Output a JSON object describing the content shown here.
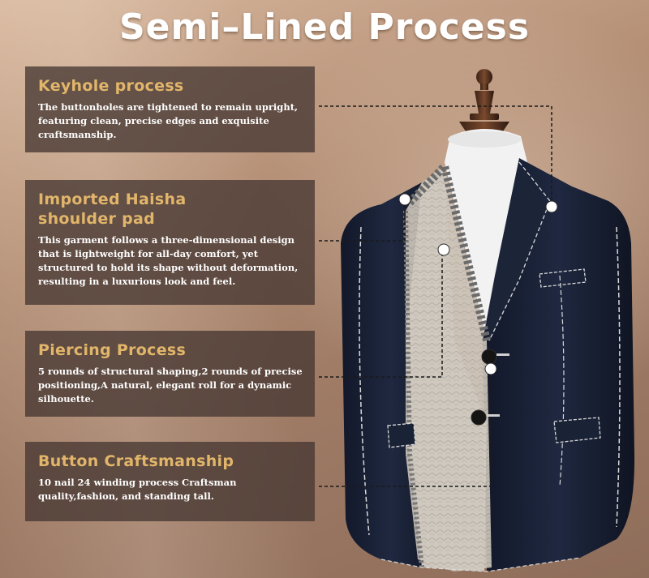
{
  "title": "Semi–Lined Process",
  "sections": [
    {
      "heading": "Keyhole process",
      "body": "The buttonholes are tightened to remain upright, featuring clean, precise edges and exquisite craftsmanship."
    },
    {
      "heading": "Imported Haisha shoulder pad",
      "body": "This garment follows a three-dimensional design that is lightweight for all-day comfort, yet structured to hold its shape without deformation, resulting in a luxurious look and feel."
    },
    {
      "heading": "Piercing Process",
      "body": "5 rounds of structural shaping,2 rounds of precise positioning,A natural, elegant roll for a dynamic silhouette."
    },
    {
      "heading": "Button Craftsmanship",
      "body": "10 nail 24 winding process Craftsman quality,fashion, and standing tall."
    }
  ],
  "colors": {
    "heading": "#e2b66a",
    "panel": "#463732",
    "jacket": "#1b2236",
    "lining": "#c9c2b8",
    "stitching": "#d9d9d9"
  }
}
